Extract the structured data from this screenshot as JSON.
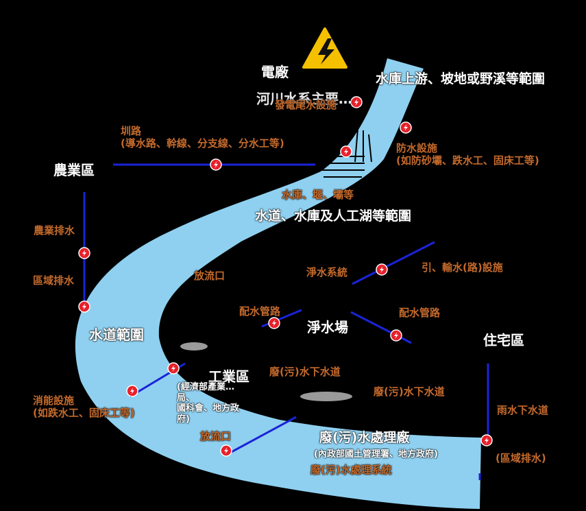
{
  "colors": {
    "river": "#8fd0f0",
    "line": "#1a24d8",
    "point": "#e8202a",
    "label_orange": "#c46a2c",
    "label_white": "#ffffff",
    "hazard": "#f5c000"
  },
  "icons": {
    "hazard": "high-voltage-warning-icon",
    "point": "lightning-point-icon"
  },
  "labels": {
    "power_plant": "電廠",
    "upstream": "水庫上游、坡地或野溪等範圍",
    "overlapped_title": "河川水系主要…",
    "tailwater": "發電尾水設施",
    "canal": "圳路\n(導水路、幹線、分支線、分水工等)",
    "protection": "防水設施\n(如防砂壩、跌水工、固床工等)",
    "agri_zone": "農業區",
    "reservoir": "水庫、堰、壩等",
    "waterway_scope": "水道、水庫及人工湖等範圍",
    "agri_drain": "農業排水",
    "regional_drain": "區域排水",
    "outlet1": "放流口",
    "purify_system": "淨水系統",
    "diversion": "引、輸水(路)設施",
    "dist_pipe1": "配水管路",
    "dist_pipe2": "配水管路",
    "purify_plant": "淨水場",
    "channel_scope": "水道範圍",
    "residential": "住宅區",
    "industrial": "工業區",
    "industrial_agencies": "(經濟部產業…\n局、\n國科會、地方政\n府)",
    "sewer1": "廢(污)水下水道",
    "sewer2": "廢(污)水下水道",
    "dissipator": "消能設施\n(如跌水工、固床工等)",
    "outlet2": "放流口",
    "storm_sewer": "雨水下水道",
    "wastewater_plant": "廢(污)水處理廠",
    "wastewater_agencies": "(內政部國土管理署、地方政府)",
    "regional_drain2": "(區域排水)",
    "wastewater_system": "廢(污)水處理系統"
  }
}
